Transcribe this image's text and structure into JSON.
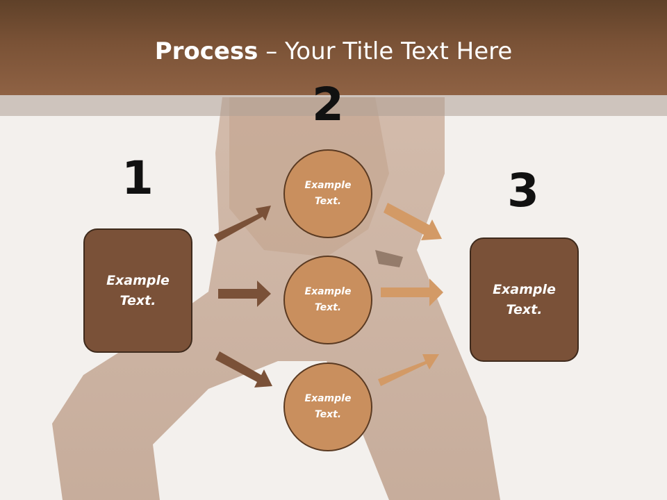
{
  "slide": {
    "title_bold": "Process",
    "title_rest": " – Your Title Text Here"
  },
  "steps": [
    {
      "number": "1",
      "text_line1": "Example",
      "text_line2": "Text."
    },
    {
      "number": "2"
    },
    {
      "number": "3",
      "text_line1": "Example",
      "text_line2": "Text."
    }
  ],
  "circles": [
    {
      "text_line1": "Example",
      "text_line2": "Text."
    },
    {
      "text_line1": "Example",
      "text_line2": "Text."
    },
    {
      "text_line1": "Example",
      "text_line2": "Text."
    }
  ],
  "colors": {
    "header": "#7a5236",
    "box": "#7a5138",
    "circle": "#c98f5e",
    "arrow_dark": "#7a5138",
    "arrow_light": "#d39a66"
  }
}
